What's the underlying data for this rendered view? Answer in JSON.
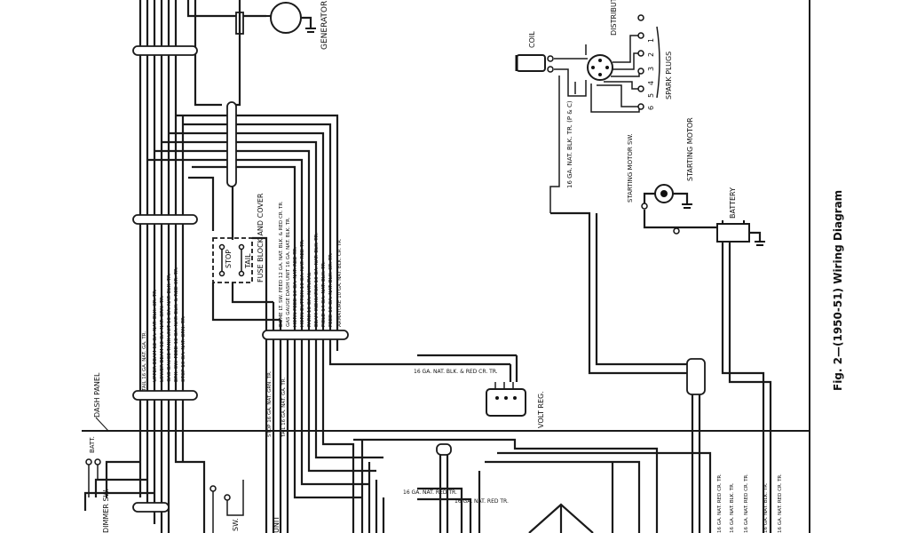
{
  "figure_title": "Fig. 2—(1950-51) Wiring Diagram",
  "components": {
    "generator": "GENERATOR",
    "coil": "COIL",
    "distributor": "DISTRIBUTOR",
    "spark_plugs": "SPARK PLUGS",
    "spark_plug_numbers": [
      "1",
      "2",
      "3",
      "4",
      "5",
      "6"
    ],
    "starting_motor": "STARTING MOTOR",
    "starting_motor_switch": "STARTING MOTOR SW.",
    "battery": "BATTERY",
    "fuse_block": "FUSE BLOCK AND COVER",
    "fuse_stop": "STOP",
    "fuse_tail": "TAIL",
    "volt_regulator": "VOLT REG.",
    "dash_panel": "DASH PANEL",
    "dimmer_switch": "DIMMER SW.",
    "batt_terminal": "BATT.",
    "sw_label": "SW.",
    "unit_label": "UNIT"
  },
  "wire_labels": {
    "coil_lead": "16 GA. NAT. BLK. TR. (P & C)",
    "volt_reg_lead": "16 GA. NAT. BLK. & RED CR. TR.",
    "left_group": [
      "TAIL 16 GA. NAT. GA. TR.",
      "UPPER BEAM 12 GA. NAT. BLK. CR. TR.",
      "LOWER BEAM 12 GA. NAT. GRN. TR.",
      "GAS GAUGE TANK UNIT 16 GA. NAT. BLK. TR.",
      "BRK. SW. FEED 12 GA. NAT. BLK. & RED CR. TR.",
      "STOP 16 GA. NAT. GRN. TR."
    ],
    "middle_group": [
      "DOME LT. SW. FEED 12 GA. NAT. BLK. & RED CR. TR.",
      "GAS GAUGE DASH UNIT 16 GA. NAT. BLK. TR.",
      "HORN FEED 16 GA. NAT. RED TR.",
      "HORN BUTTON 16 GA. NAT. RED TR.",
      "PARK 16 GA. NATURAL",
      "BEAM INDICATOR 16 GA. NAT. BLK. TR.",
      "FIELD 14 GA. NAT. BLK. TR.",
      "FEED 10 GA. NAT. BLK. CR. TR.",
      "ARMATURE 10 GA. NAT. BLK. CR. TR."
    ],
    "lower_left": [
      "STOP 16 GA. NAT. GRN. TR.",
      "TAIL 16 GA. NAT. GA. TR."
    ],
    "bottom_stub_1": "16 GA. NAT. RED TR.",
    "bottom_stub_2": "16 GA. NAT. RED TR.",
    "bottom_right": [
      "16 GA. NAT. RED CR. TR.",
      "16 GA. NAT. BLK. TR.",
      "16 GA. NAT. RED CR. TR.",
      "16 GA. NAT. BLK. TR.",
      "16 GA. NAT. RED CR. TR."
    ]
  }
}
